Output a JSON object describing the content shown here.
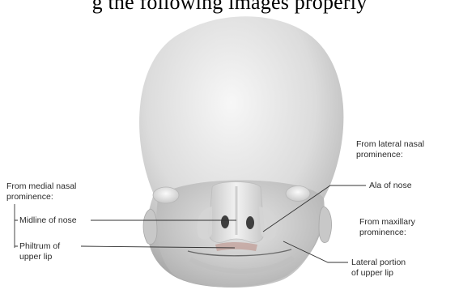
{
  "header_text": "g the following images properly",
  "labels": {
    "medial_group": [
      "From medial nasal",
      "prominence:"
    ],
    "midline": "Midline of nose",
    "philtrum": [
      "Philtrum of",
      "upper lip"
    ],
    "lateral_group": [
      "From lateral nasal",
      "prominence:"
    ],
    "ala": "Ala of nose",
    "maxillary_group": [
      "From maxillary",
      "prominence:"
    ],
    "lateral_lip": [
      "Lateral portion",
      "of upper lip"
    ]
  },
  "colors": {
    "background": "#ffffff",
    "skin_light": "#f4f4f4",
    "skin_dark": "#9a9a9a",
    "philtrum_tint": "#b98a82"
  }
}
